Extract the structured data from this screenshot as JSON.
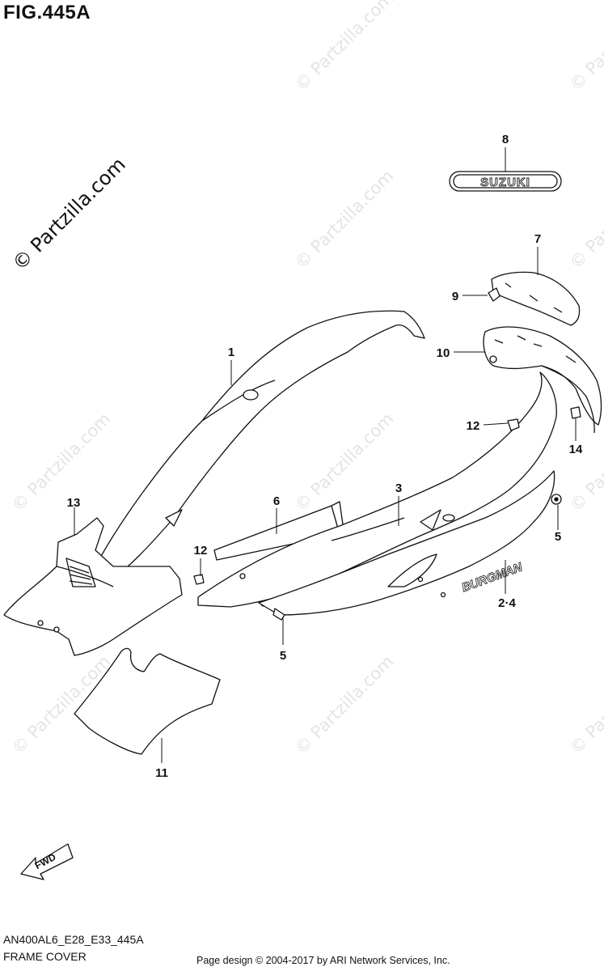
{
  "figure": {
    "title": "FIG.445A",
    "model_code": "AN400AL6_E28_E33_445A",
    "section_name": "FRAME COVER",
    "credit": "Page design © 2004-2017 by ARI Network Services, Inc."
  },
  "watermark": {
    "text": "© Partzilla.com"
  },
  "callouts": [
    "1",
    "2·4",
    "3",
    "5",
    "5",
    "6",
    "7",
    "8",
    "9",
    "10",
    "11",
    "12",
    "12",
    "13",
    "14"
  ],
  "decals": {
    "suzuki": "SUZUKI",
    "burgman": "BURGMAN"
  },
  "fwd_label": "FWD",
  "colors": {
    "line": "#111111",
    "watermark": "#e4e4e4"
  }
}
